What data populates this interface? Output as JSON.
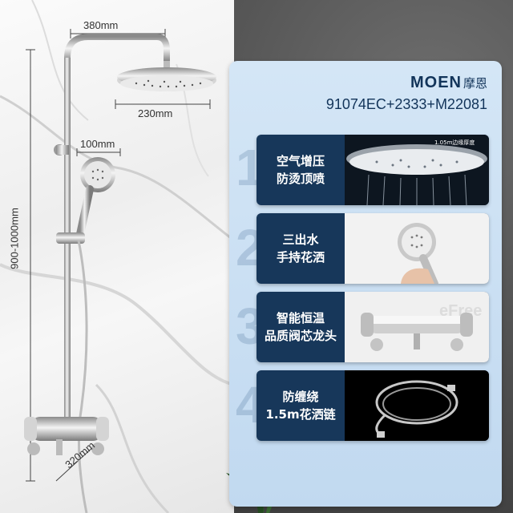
{
  "dimensions": {
    "top_arm": "380mm",
    "head_diameter": "230mm",
    "hand_shower": "100mm",
    "height_range": "900-1000mm",
    "valve_spacing": "320mm"
  },
  "brand": {
    "name_en": "MOEN",
    "name_cn": "摩恩"
  },
  "model": "91074EC+2333+M22081",
  "features": [
    {
      "number": "1",
      "line1": "空气增压",
      "line2": "防烫顶喷",
      "label": "1.05m边缘厚度"
    },
    {
      "number": "2",
      "line1": "三出水",
      "line2": "手持花洒"
    },
    {
      "number": "3",
      "line1": "智能恒温",
      "line2": "品质阀芯龙头",
      "watermark": "eFree"
    },
    {
      "number": "4",
      "line1": "防缠绕",
      "line2": "1.5m花洒链"
    }
  ]
}
